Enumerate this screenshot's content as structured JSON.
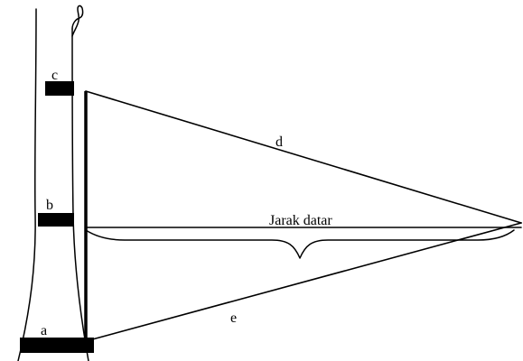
{
  "diagram": {
    "labels": {
      "a": "a",
      "b": "b",
      "c": "c",
      "d": "d",
      "e": "e",
      "horizontal": "Jarak datar"
    },
    "colors": {
      "ink": "#000000",
      "background": "#ffffff"
    }
  }
}
